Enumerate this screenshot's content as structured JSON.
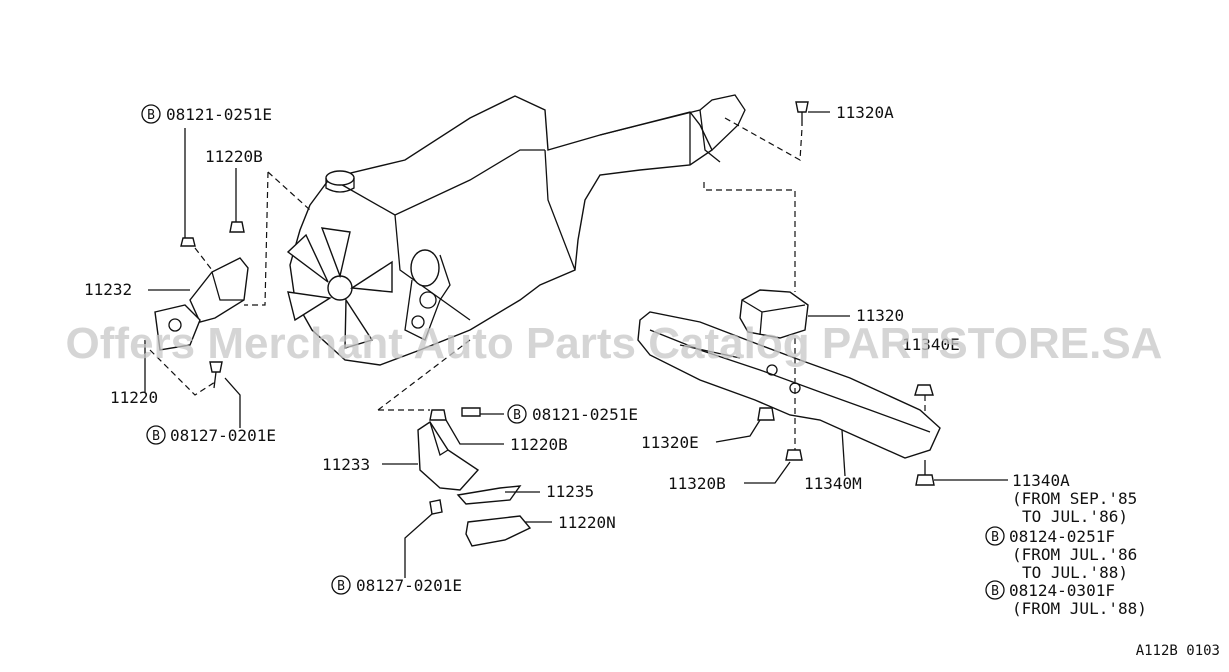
{
  "watermark": "Offers Merchant Auto Parts Catalog PARTSTORE.SA",
  "bolt_marker": "B",
  "diagram_code": "A112B 0103",
  "labels": {
    "l_08121_top": "08121-0251E",
    "l_11220b_top": "11220B",
    "l_11232": "11232",
    "l_11220": "11220",
    "l_08127_left": "08127-0201E",
    "l_11320a": "11320A",
    "l_11320": "11320",
    "l_11340e": "11340E",
    "l_08121_mid": "08121-0251E",
    "l_11220b_mid": "11220B",
    "l_11233": "11233",
    "l_11235": "11235",
    "l_11220n": "11220N",
    "l_08127_bottom": "08127-0201E",
    "l_11320e": "11320E",
    "l_11320b": "11320B",
    "l_11340m": "11340M",
    "l_11340a": "11340A"
  },
  "notes": {
    "n1": "(FROM SEP.'85",
    "n2": "TO JUL.'86)",
    "n3": "08124-0251F",
    "n4": "(FROM JUL.'86",
    "n5": "TO JUL.'88)",
    "n6": "08124-0301F",
    "n7": "(FROM JUL.'88)"
  }
}
